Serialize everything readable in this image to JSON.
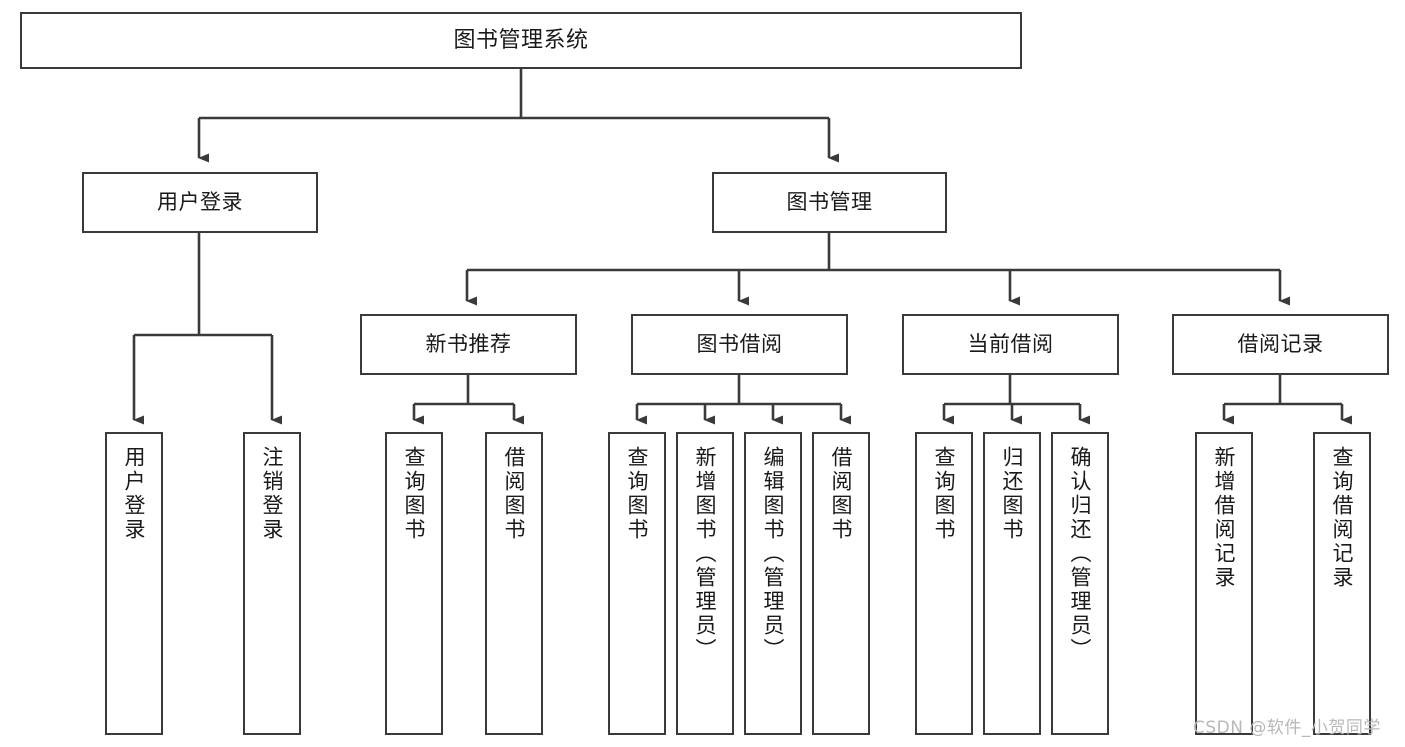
{
  "diagram": {
    "title": "图书管理系统",
    "watermark": "CSDN @软件_小贺同学",
    "colors": {
      "stroke": "#3a3a3a",
      "fill": "#ffffff",
      "text": "#1a1a1a",
      "watermark": "#b8b8b8"
    },
    "nodes": {
      "root": {
        "label": "图书管理系统"
      },
      "level2": [
        {
          "id": "user-login",
          "label": "用户登录"
        },
        {
          "id": "book-management",
          "label": "图书管理"
        }
      ],
      "level3": [
        {
          "id": "new-book-recommend",
          "label": "新书推荐"
        },
        {
          "id": "book-borrow",
          "label": "图书借阅"
        },
        {
          "id": "current-borrow",
          "label": "当前借阅"
        },
        {
          "id": "borrow-record",
          "label": "借阅记录"
        }
      ],
      "leaves": {
        "user_login": [
          {
            "id": "leaf-user-login",
            "label": "用户登录"
          },
          {
            "id": "leaf-logout-login",
            "label": "注销登录"
          }
        ],
        "new_book_recommend": [
          {
            "id": "leaf-query-book-1",
            "label": "查询图书"
          },
          {
            "id": "leaf-borrow-book-1",
            "label": "借阅图书"
          }
        ],
        "book_borrow": [
          {
            "id": "leaf-query-book-2",
            "label": "查询图书"
          },
          {
            "id": "leaf-add-book-admin",
            "label": "新增图书（管理员）"
          },
          {
            "id": "leaf-edit-book-admin",
            "label": "编辑图书（管理员）"
          },
          {
            "id": "leaf-borrow-book-2",
            "label": "借阅图书"
          }
        ],
        "current_borrow": [
          {
            "id": "leaf-query-book-3",
            "label": "查询图书"
          },
          {
            "id": "leaf-return-book",
            "label": "归还图书"
          },
          {
            "id": "leaf-confirm-return-admin",
            "label": "确认归还（管理员）"
          }
        ],
        "borrow_record": [
          {
            "id": "leaf-add-borrow-record",
            "label": "新增借阅记录"
          },
          {
            "id": "leaf-query-borrow-record",
            "label": "查询借阅记录"
          }
        ]
      }
    }
  }
}
